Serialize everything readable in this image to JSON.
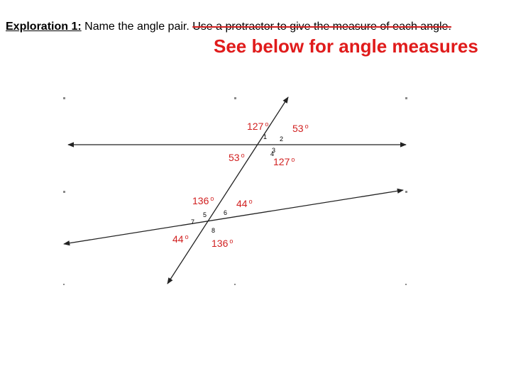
{
  "header": {
    "label": "Exploration 1:",
    "instruction": "Name the angle pair.",
    "struck_text": "Use a protractor to give the measure of each angle."
  },
  "note": "See below for angle measures",
  "angle_numbers": [
    "1",
    "2",
    "3",
    "4",
    "5",
    "6",
    "7",
    "8"
  ],
  "measures": {
    "a1": "127",
    "a2": "53",
    "a3": "53",
    "a4": "127",
    "a5": "136",
    "a6": "44",
    "a7": "44",
    "a8": "136",
    "degree_mark": "o"
  },
  "colors": {
    "annotation": "#e01b1b",
    "lines": "#222222"
  }
}
